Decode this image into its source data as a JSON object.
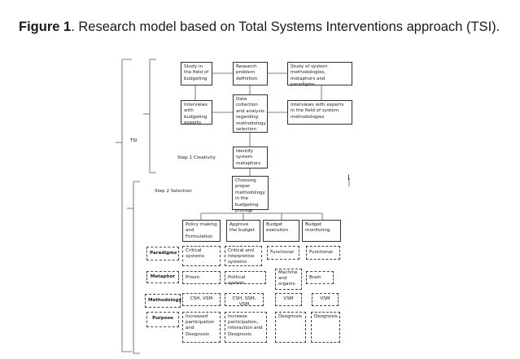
{
  "caption": {
    "label": "Figure 1",
    "text": ". Research model based on Total Systems Interventions approach (TSI)."
  },
  "diagram": {
    "tsi_label": "TSI",
    "step1_label": "Step 1 Creativity",
    "step2_label": "Step 2 Selection",
    "boxes": {
      "study_budgeting": "Study in the field of budgeting",
      "research_problem": "Research problem definition",
      "study_methodologies": "Study of system methodologies, metaphors and paradigms",
      "interviews_budgeting": "Interviews with budgeting experts",
      "data_collection": "Data collection and analysis regarding methodology selection",
      "interviews_system": "Interviews with experts in the field of system methodologies",
      "identify_metaphors": "Identify system metaphors",
      "choosing_methodology": "Choosing proper methodology in the budgeting process"
    },
    "stages": [
      "Policy making and Formulation",
      "Approve the budget",
      "Budget execution",
      "Budget monitoring"
    ],
    "row_labels": [
      "Paradigms",
      "Metaphor",
      "Methodology",
      "Purpose"
    ],
    "cells": {
      "paradigms": [
        "Critical systems",
        "Critical and interpretive systems",
        "Functional",
        "Functional"
      ],
      "metaphor": [
        "Prison",
        "Political system",
        "Machine and organis",
        "Brain"
      ],
      "methodology": [
        "CSH, VSM",
        "CSH, SSM, VSM",
        "VSM",
        "VSM"
      ],
      "purpose": [
        "Increased participation and Deognosis",
        "Increase participation, interaction and Deognosis",
        "Deognosis",
        "Deognosis"
      ]
    },
    "side_mark": "I"
  }
}
